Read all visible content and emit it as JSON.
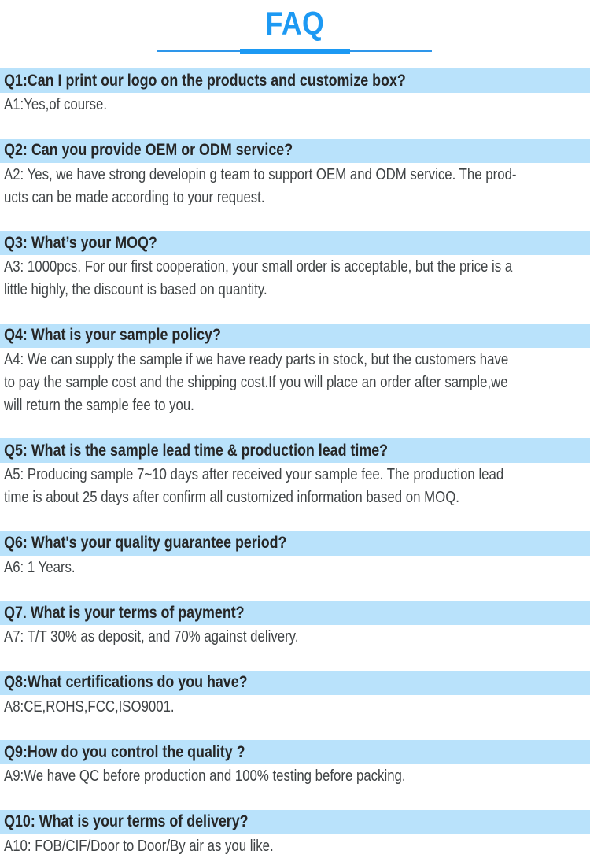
{
  "header": {
    "title": "FAQ"
  },
  "theme": {
    "accent": "#1c99f3",
    "divider_thin": "#2e96ea",
    "bar_bg": "#b9e2fb",
    "question_color": "#262626",
    "answer_color": "#3f4345",
    "page_bg": "#ffffff"
  },
  "faq_items": [
    {
      "question": "Q1:Can I print our logo on the products and customize box?",
      "answer_lines": [
        "A1:Yes,of course."
      ]
    },
    {
      "question": "Q2: Can you provide OEM or ODM service?",
      "answer_lines": [
        "A2: Yes, we have strong developin g team to support OEM and ODM service. The prod-",
        "ucts can be made according to your request."
      ]
    },
    {
      "question": "Q3: What’s your MOQ?",
      "answer_lines": [
        "A3: 1000pcs. For our first cooperation, your small order is acceptable, but the price is a",
        "little highly, the discount is based on quantity."
      ]
    },
    {
      "question": "Q4: What is your sample policy?",
      "answer_lines": [
        "A4: We can supply the sample if we have ready parts in stock, but the customers have",
        "to pay the sample cost and the shipping cost.If you will place an order after sample,we",
        "will return the sample fee to you."
      ]
    },
    {
      "question": "Q5: What is the sample lead time & production lead time?",
      "answer_lines": [
        "A5: Producing sample 7~10 days after received your sample fee. The production lead",
        "time is about 25 days after confirm all customized information based on MOQ."
      ]
    },
    {
      "question": "Q6: What's your quality guarantee period?",
      "answer_lines": [
        "A6: 1 Years."
      ]
    },
    {
      "question": "Q7. What is your terms of payment?",
      "answer_lines": [
        "A7: T/T 30% as deposit, and 70% against delivery."
      ]
    },
    {
      "question": "Q8:What certifications do you have?",
      "answer_lines": [
        "A8:CE,ROHS,FCC,ISO9001."
      ]
    },
    {
      "question": "Q9:How do you control the quality ?",
      "answer_lines": [
        "A9:We have QC before production and 100% testing before packing."
      ]
    },
    {
      "question": "Q10: What is your terms of delivery?",
      "answer_lines": [
        "A10: FOB/CIF/Door to Door/By air as you like."
      ]
    }
  ]
}
